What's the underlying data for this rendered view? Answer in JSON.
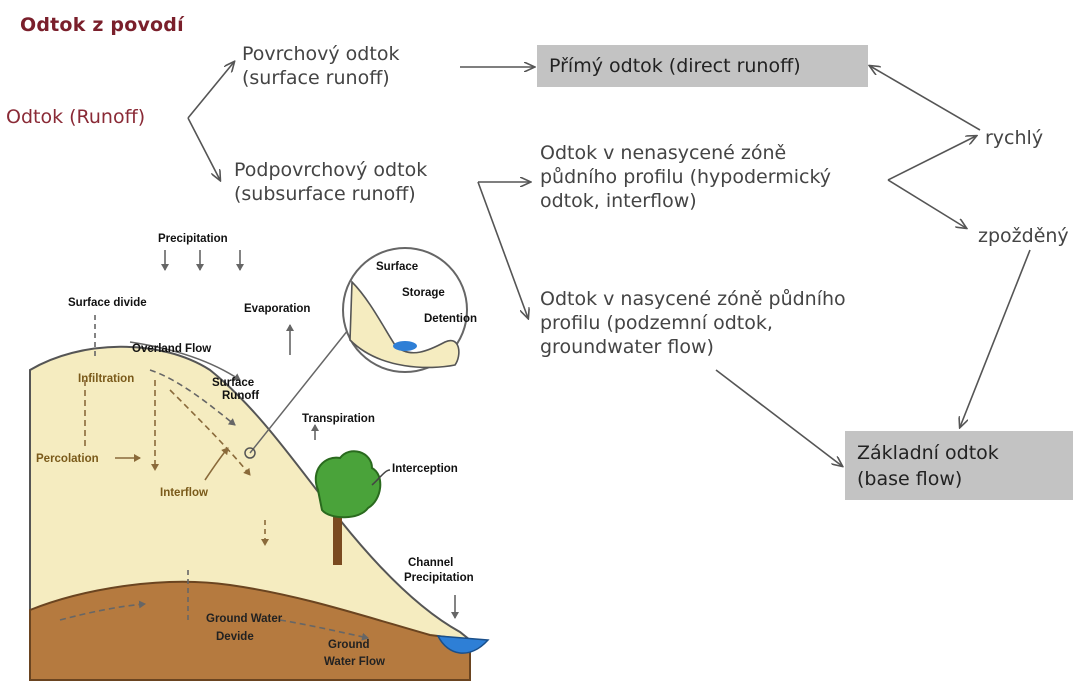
{
  "title": "Odtok z povodí",
  "root": "Odtok (Runoff)",
  "surface": {
    "line1": "Povrchový odtok",
    "line2": "(surface runoff)"
  },
  "subsurface": {
    "line1": "Podpovrchový odtok",
    "line2": "(subsurface runoff)"
  },
  "direct": "Přímý odtok (direct runoff)",
  "unsaturated": {
    "line1": "Odtok v nenasycené zóně",
    "line2": "půdního profilu (hypodermický",
    "line3": "odtok, interflow)"
  },
  "saturated": {
    "line1": "Odtok v nasycené zóně půdního",
    "line2": "profilu (podzemní odtok,",
    "line3": "groundwater flow)"
  },
  "fast": "rychlý",
  "delayed": "zpožděný",
  "base": {
    "line1": "Základní odtok",
    "line2": "(base flow)"
  },
  "figure": {
    "precipitation": "Precipitation",
    "surface_divide": "Surface divide",
    "evaporation": "Evaporation",
    "overland_flow": "Overland Flow",
    "infiltration": "Infiltration",
    "surface_runoff_1": "Surface",
    "surface_runoff_2": "Runoff",
    "percolation": "Percolation",
    "interflow": "Interflow",
    "transpiration": "Transpiration",
    "interception": "Interception",
    "storage_surface": "Surface",
    "storage": "Storage",
    "detention": "Detention",
    "channel_1": "Channel",
    "channel_2": "Precipitation",
    "gw_divide_1": "Ground Water",
    "gw_divide_2": "Devide",
    "gw_flow_1": "Ground",
    "gw_flow_2": "Water Flow"
  },
  "colors": {
    "title": "#7a1f2b",
    "box_fill": "#c3c3c3",
    "hill": "#f5ecc0",
    "ground": "#b57a3f",
    "tree": "#4aa33a",
    "water": "#2e7fd6"
  }
}
